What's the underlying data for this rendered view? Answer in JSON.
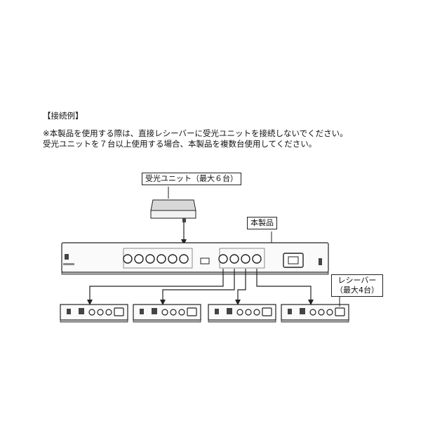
{
  "heading": "【接続例】",
  "notes": [
    "※本製品を使用する際は、直接レシーバーに受光ユニットを接続しないでください。",
    "受光ユニットを７台以上使用する場合、本製品を複数台使用してください。"
  ],
  "callouts": {
    "sensor_unit": "受光ユニット（最大６台）",
    "this_product": "本製品",
    "receiver_line1": "レシーバー",
    "receiver_line2": "（最大4台）"
  }
}
